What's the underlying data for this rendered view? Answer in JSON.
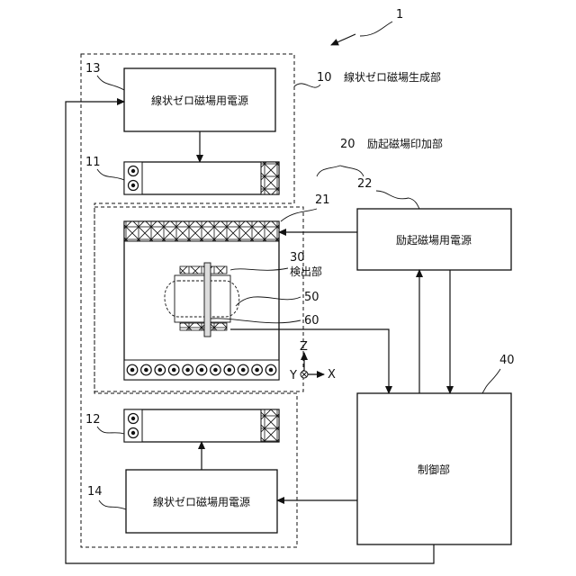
{
  "figure_number": "1",
  "blocks": {
    "linear_zero_power_top": "線状ゼロ磁場用電源",
    "linear_zero_power_bottom": "線状ゼロ磁場用電源",
    "excitation_power": "励起磁場用電源",
    "control": "制御部"
  },
  "labels": {
    "generator": "線状ゼロ磁場生成部",
    "excitation_applier": "励起磁場印加部",
    "detector": "検出部"
  },
  "refs": {
    "r1": "1",
    "r10": "10",
    "r11": "11",
    "r12": "12",
    "r13": "13",
    "r14": "14",
    "r20": "20",
    "r21": "21",
    "r22": "22",
    "r30": "30",
    "r40": "40",
    "r50": "50",
    "r60": "60"
  },
  "axes": {
    "z": "Z",
    "x": "X",
    "y": "Y"
  }
}
